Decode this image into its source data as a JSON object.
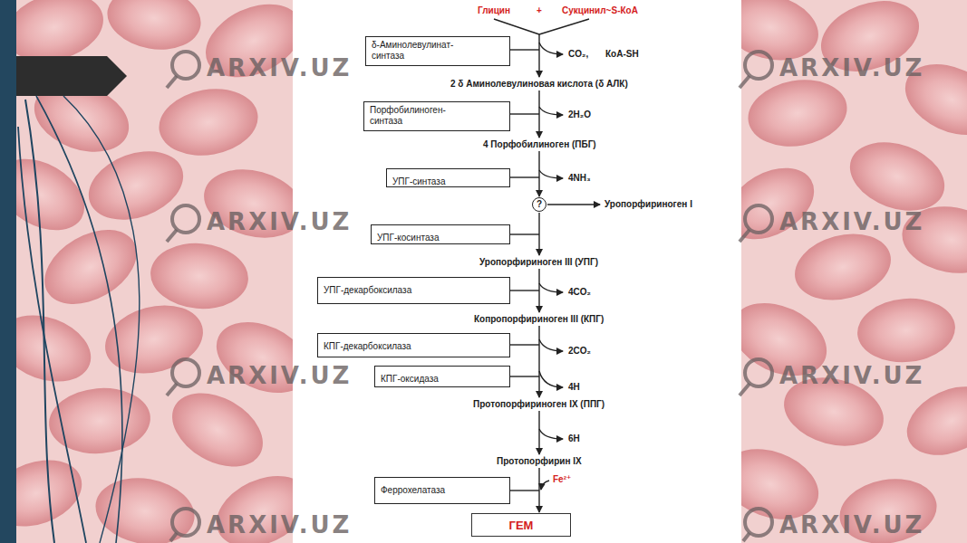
{
  "diagram": {
    "nodes": [
      {
        "text": [
          "δ-Аминолевулинат-синтаза"
        ]
      },
      {
        "text": [
          "Порфобилиноген-синтаза"
        ]
      },
      {
        "text": [
          "УПГ-синтаза"
        ]
      },
      {
        "text": [
          "?"
        ]
      },
      {
        "text": [
          "УПГ-косинтаза"
        ]
      },
      {
        "text": [
          "УПГ-декарбоксилаза"
        ]
      },
      {
        "text": [
          "КПГ-декарбоксилаза"
        ]
      },
      {
        "text": [
          "КПГ-оксидаза"
        ]
      },
      {
        "text": [
          "Феррохелатаза"
        ]
      },
      {
        "text": [
          "ГЕМ"
        ]
      }
    ],
    "labels": [
      "Глицин",
      "+",
      "Сукцинил~S-КоА",
      "CO₂,",
      "КоА-SH",
      "2 δ Аминолевулиновая кислота (δ АЛК)",
      "2H₂O",
      "4 Порфобилиноген (ПБГ)",
      "4NH₃",
      "Уропорфириноген I",
      "Уропорфириноген III (УПГ)",
      "4CO₂",
      "Копропорфириноген III (КПГ)",
      "2CO₂",
      "4H",
      "Протопорфириноген IX (ППГ)",
      "6H",
      "Протопорфирин IX",
      "Fe²⁺",
      "ARXIV.UZ",
      "ARXIV.UZ",
      "ARXIV.UZ",
      "ARXIV.UZ",
      "ARXIV.UZ",
      "ARXIV.UZ",
      "ARXIV.UZ",
      "ARXIV.UZ"
    ]
  }
}
